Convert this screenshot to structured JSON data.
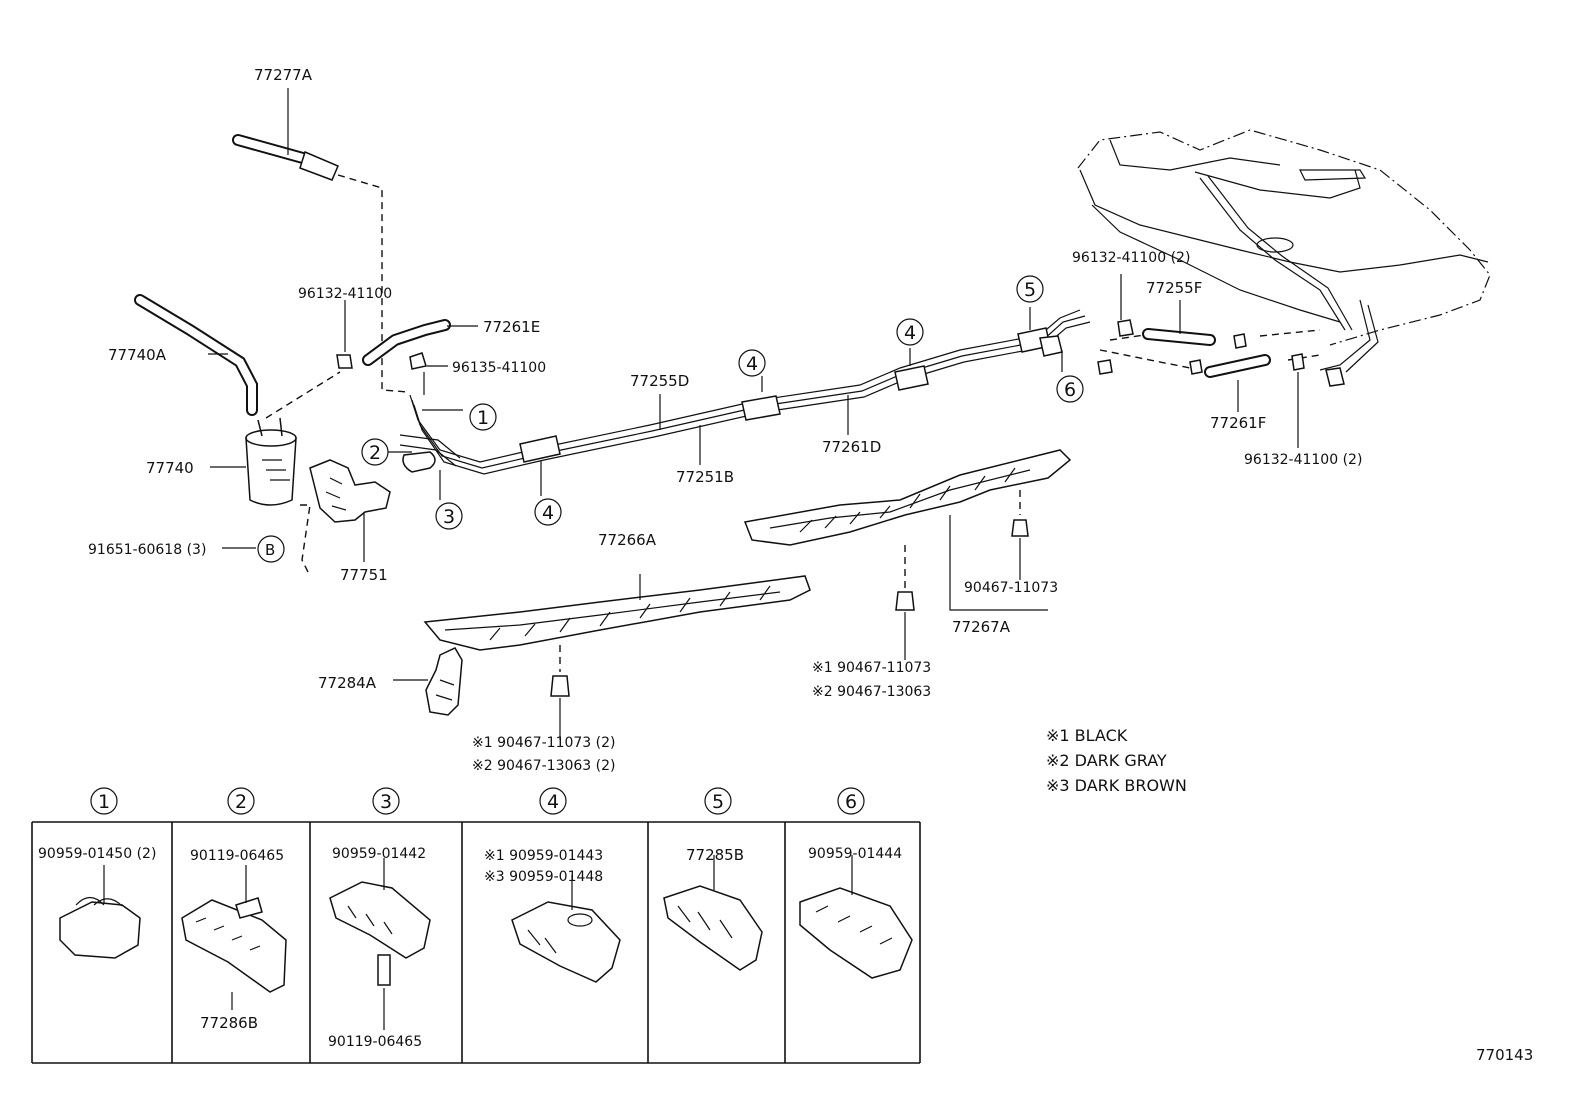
{
  "labels": {
    "p77277A": "77277A",
    "p96132_41100_a": "96132-41100",
    "p77261E": "77261E",
    "p96135_41100": "96135-41100",
    "p77740A": "77740A",
    "p77740": "77740",
    "p91651": "91651-60618 (3)",
    "p77751": "77751",
    "p77255D": "77255D",
    "p77251B": "77251B",
    "p77261D": "77261D",
    "p96132_41100_b": "96132-41100 (2)",
    "p77255F": "77255F",
    "p77261F": "77261F",
    "p96132_41100_c": "96132-41100 (2)",
    "p77266A": "77266A",
    "p77284A": "77284A",
    "p90467_11073_a": "90467-11073",
    "p77267A": "77267A",
    "note_a1": "※1  90467-11073",
    "note_a2": "※2  90467-13063",
    "note_b1": "※1  90467-11073 (2)",
    "note_b2": "※2  90467-13063 (2)",
    "legend1": "※1 BLACK",
    "legend2": "※2 DARK  GRAY",
    "legend3": "※3 DARK  BROWN",
    "callout_B": "B",
    "diagram_code": "770143"
  },
  "callouts": {
    "c1": "1",
    "c2": "2",
    "c3": "3",
    "c4": "4",
    "c5": "5",
    "c6": "6"
  },
  "boxes": [
    {
      "num": "1",
      "line1": "90959-01450 (2)",
      "line2": "",
      "bottom": ""
    },
    {
      "num": "2",
      "line1": "90119-06465",
      "line2": "",
      "bottom": "77286B"
    },
    {
      "num": "3",
      "line1": "90959-01442",
      "line2": "",
      "bottom": "90119-06465"
    },
    {
      "num": "4",
      "line1": "※1  90959-01443",
      "line2": "※3  90959-01448",
      "bottom": ""
    },
    {
      "num": "5",
      "line1": "77285B",
      "line2": "",
      "bottom": ""
    },
    {
      "num": "6",
      "line1": "90959-01444",
      "line2": "",
      "bottom": ""
    }
  ]
}
